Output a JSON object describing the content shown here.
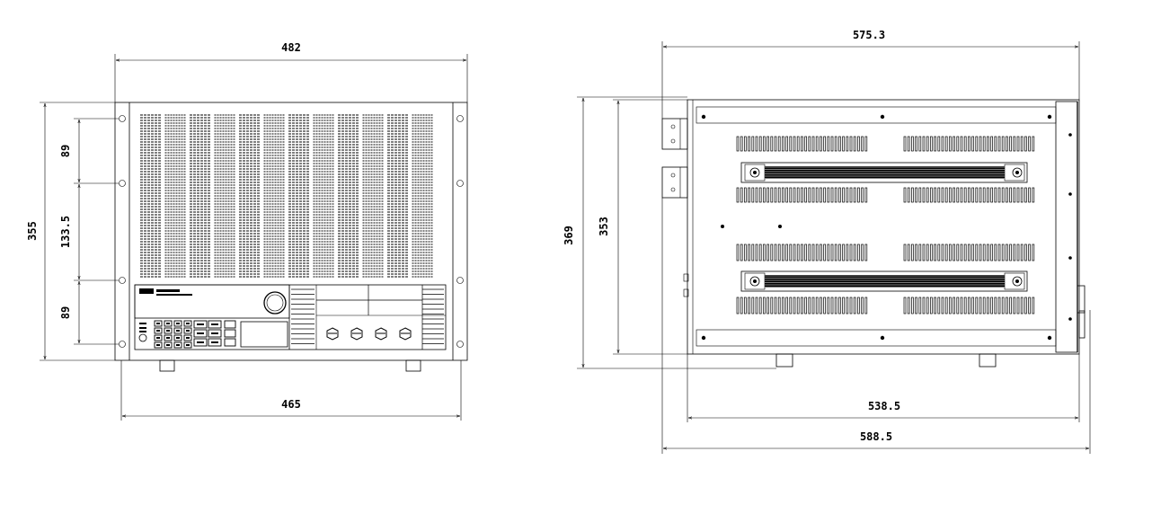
{
  "front_view": {
    "dimensions": {
      "overall_width": "482",
      "body_width": "465",
      "overall_height": "355",
      "mount_spacing_top": "89",
      "mount_spacing_middle": "133.5",
      "mount_spacing_bottom": "89"
    },
    "panel": {
      "brand_line_1": "",
      "keypad_keys": 16
    }
  },
  "side_view": {
    "dimensions": {
      "overall_depth": "575.3",
      "body_depth": "538.5",
      "total_depth": "588.5",
      "overall_height": "369",
      "body_height": "353"
    }
  },
  "colors": {
    "line": "#000000",
    "background": "#ffffff"
  }
}
